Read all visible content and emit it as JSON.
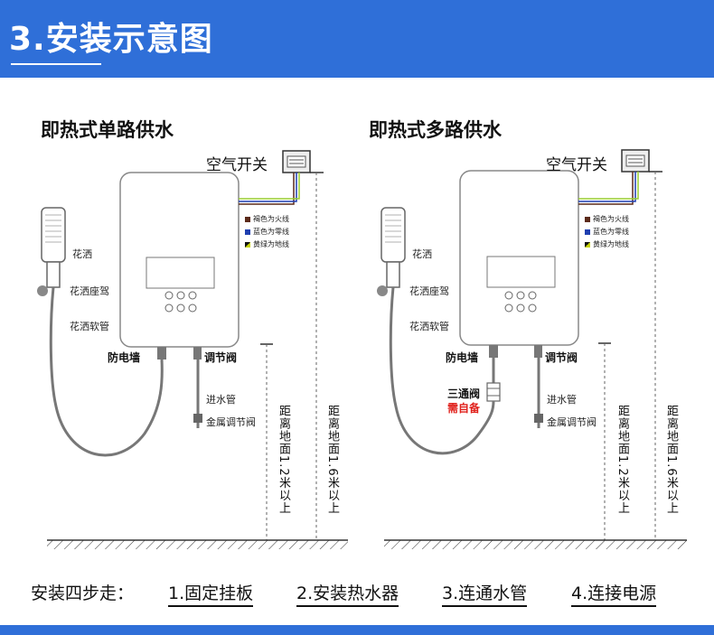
{
  "header": {
    "title": "3.安装示意图"
  },
  "panels": [
    {
      "title": "即热式单路供水",
      "air_switch": "空气开关",
      "legend": [
        {
          "text": "褐色为火线",
          "color": "#5b2a1a"
        },
        {
          "text": "蓝色为零线",
          "color": "#1f3fb0"
        },
        {
          "text": "黄绿为地线",
          "color": "#9acd32"
        }
      ],
      "labels": {
        "shower_head": "花洒",
        "shower_holder": "花洒座驾",
        "shower_hose": "花洒软管",
        "anti_shock_wall": "防电墙",
        "adjust_valve": "调节阀",
        "inlet_pipe": "进水管",
        "metal_valve": "金属调节阀"
      },
      "dist_12": "距离地面1.2米以上",
      "dist_16": "距离地面1.6米以上"
    },
    {
      "title": "即热式多路供水",
      "air_switch": "空气开关",
      "legend": [
        {
          "text": "褐色为火线",
          "color": "#5b2a1a"
        },
        {
          "text": "蓝色为零线",
          "color": "#1f3fb0"
        },
        {
          "text": "黄绿为地线",
          "color": "#9acd32"
        }
      ],
      "labels": {
        "shower_head": "花洒",
        "shower_holder": "花洒座驾",
        "shower_hose": "花洒软管",
        "anti_shock_wall": "防电墙",
        "adjust_valve": "调节阀",
        "three_way_valve": "三通阀",
        "self_provided": "需自备",
        "inlet_pipe": "进水管",
        "metal_valve": "金属调节阀"
      },
      "dist_12": "距离地面1.2米以上",
      "dist_16": "距离地面1.6米以上"
    }
  ],
  "footer": {
    "intro": "安装四步走：",
    "steps": [
      "1.固定挂板",
      "2.安装热水器",
      "3.连通水管",
      "4.连接电源"
    ]
  },
  "colors": {
    "accent": "#2f6fd8",
    "warning": "#e0201b"
  }
}
